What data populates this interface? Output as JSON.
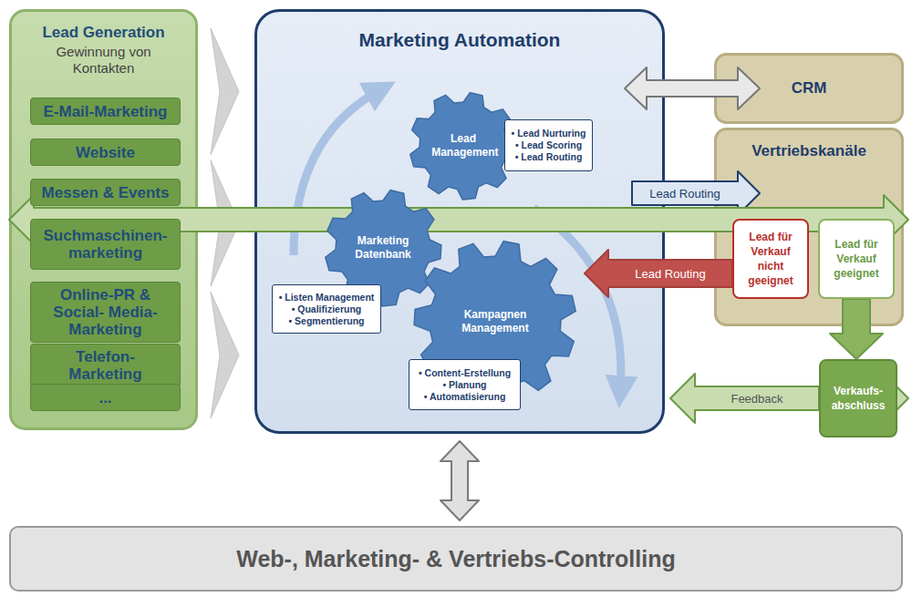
{
  "diagram": {
    "nodes": [
      {
        "text": [
          "Lead Generation",
          "Gewinnung von Kontakten"
        ]
      },
      {
        "text": [
          "E-Mail-Marketing"
        ],
        "in": 0
      },
      {
        "text": [
          "Website"
        ],
        "in": 0
      },
      {
        "text": [
          "Messen & Events"
        ],
        "in": 0
      },
      {
        "text": [
          "Suchmaschinen- marketing"
        ],
        "in": 0
      },
      {
        "text": [
          "Online-PR & Social- Media-Marketing"
        ],
        "in": 0
      },
      {
        "text": [
          "Telefon-Marketing"
        ],
        "in": 0
      },
      {
        "text": [
          "..."
        ],
        "in": 0
      },
      {
        "text": [
          "Marketing Automation"
        ]
      },
      {
        "text": [
          "Lead Management"
        ],
        "in": 8
      },
      {
        "text": [
          "• Lead Nurturing",
          "• Lead Scoring",
          "• Lead Routing"
        ],
        "in": 8
      },
      {
        "text": [
          "Marketing Datenbank"
        ],
        "in": 8
      },
      {
        "text": [
          "• Listen Management",
          "• Qualifizierung",
          "• Segmentierung"
        ],
        "in": 8
      },
      {
        "text": [
          "Kampagnen Management"
        ],
        "in": 8
      },
      {
        "text": [
          "• Content-Erstellung",
          "• Planung",
          "• Automatisierung"
        ],
        "in": 8
      },
      {
        "text": [
          "CRM"
        ]
      },
      {
        "text": [
          "Vertriebskanäle"
        ]
      },
      {
        "text": [
          "Lead für Verkauf nicht geeignet"
        ],
        "in": 16
      },
      {
        "text": [
          "Lead für Verkauf geeignet"
        ],
        "in": 16
      },
      {
        "text": [
          "Verkaufs- abschluss"
        ]
      },
      {
        "text": [
          "Web-, Marketing- & Vertriebs-Controlling"
        ]
      }
    ],
    "edges": [
      {
        "from": 0,
        "to": 8,
        "arrow": "to"
      },
      {
        "from": 8,
        "to": 15,
        "arrow": "both"
      },
      {
        "from": 8,
        "to": 16,
        "arrow": "to",
        "label": "Lead Routing"
      },
      {
        "from": 17,
        "to": 8,
        "arrow": "to",
        "label": "Lead Routing"
      },
      {
        "from": 18,
        "to": 19,
        "arrow": "to"
      },
      {
        "from": 19,
        "to": 8,
        "arrow": "to",
        "label": "Feedback"
      },
      {
        "from": 0,
        "to": 20,
        "arrow": "both"
      },
      {
        "from": 8,
        "to": 20,
        "arrow": "both"
      },
      {
        "from": 19,
        "to": 20,
        "arrow": "both"
      }
    ]
  }
}
